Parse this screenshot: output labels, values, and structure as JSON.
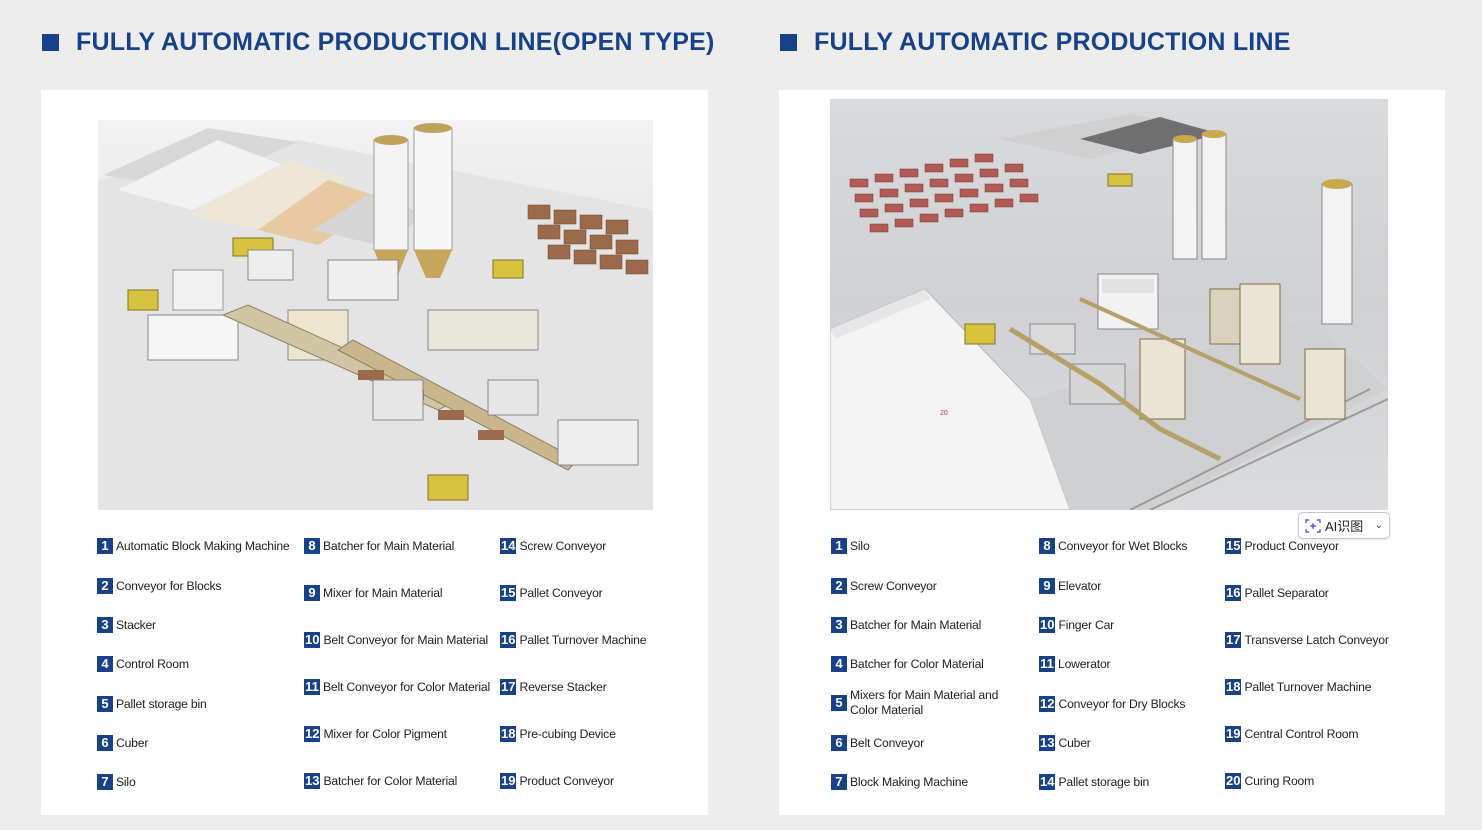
{
  "left": {
    "title": "FULLY AUTOMATIC  PRODUCTION LINE(OPEN TYPE)",
    "legend": [
      {
        "num": "1",
        "label": "Automatic Block Making Machine"
      },
      {
        "num": "2",
        "label": "Conveyor for Blocks"
      },
      {
        "num": "3",
        "label": "Stacker"
      },
      {
        "num": "4",
        "label": "Control Room"
      },
      {
        "num": "5",
        "label": "Pallet storage bin"
      },
      {
        "num": "6",
        "label": "Cuber"
      },
      {
        "num": "7",
        "label": "Silo"
      },
      {
        "num": "8",
        "label": "Batcher for Main Material"
      },
      {
        "num": "9",
        "label": "Mixer for Main Material"
      },
      {
        "num": "10",
        "label": "Belt Conveyor for Main Material"
      },
      {
        "num": "11",
        "label": "Belt Conveyor for Color Material"
      },
      {
        "num": "12",
        "label": "Mixer for Color Pigment"
      },
      {
        "num": "13",
        "label": "Batcher for Color Material"
      },
      {
        "num": "14",
        "label": "Screw Conveyor"
      },
      {
        "num": "15",
        "label": "Pallet Conveyor"
      },
      {
        "num": "16",
        "label": "Pallet Turnover Machine"
      },
      {
        "num": "17",
        "label": "Reverse Stacker"
      },
      {
        "num": "18",
        "label": "Pre-cubing Device"
      },
      {
        "num": "19",
        "label": "Product Conveyor"
      }
    ]
  },
  "right": {
    "title": "FULLY AUTOMATIC  PRODUCTION LINE",
    "legend": [
      {
        "num": "1",
        "label": "Silo"
      },
      {
        "num": "2",
        "label": "Screw Conveyor"
      },
      {
        "num": "3",
        "label": "Batcher for Main Material"
      },
      {
        "num": "4",
        "label": "Batcher for Color Material"
      },
      {
        "num": "5",
        "label": "Mixers for Main Material and Color Material"
      },
      {
        "num": "6",
        "label": "Belt Conveyor"
      },
      {
        "num": "7",
        "label": "Block Making Machine"
      },
      {
        "num": "8",
        "label": "Conveyor for Wet Blocks"
      },
      {
        "num": "9",
        "label": "Elevator"
      },
      {
        "num": "10",
        "label": "Finger Car"
      },
      {
        "num": "11",
        "label": "Lowerator"
      },
      {
        "num": "12",
        "label": "Conveyor for Dry Blocks"
      },
      {
        "num": "13",
        "label": "Cuber"
      },
      {
        "num": "14",
        "label": "Pallet storage bin"
      },
      {
        "num": "15",
        "label": "Product Conveyor"
      },
      {
        "num": "16",
        "label": "Pallet Separator"
      },
      {
        "num": "17",
        "label": "Transverse Latch Conveyor"
      },
      {
        "num": "18",
        "label": "Pallet Turnover Machine"
      },
      {
        "num": "19",
        "label": "Central Control Room"
      },
      {
        "num": "20",
        "label": "Curing Room"
      }
    ],
    "ai_badge": {
      "label": "AI识图",
      "icon": "ai-scan-icon",
      "chevron": "chevron-down-icon"
    }
  },
  "colors": {
    "accent": "#17428a",
    "background": "#ededed",
    "panel": "#ffffff"
  }
}
